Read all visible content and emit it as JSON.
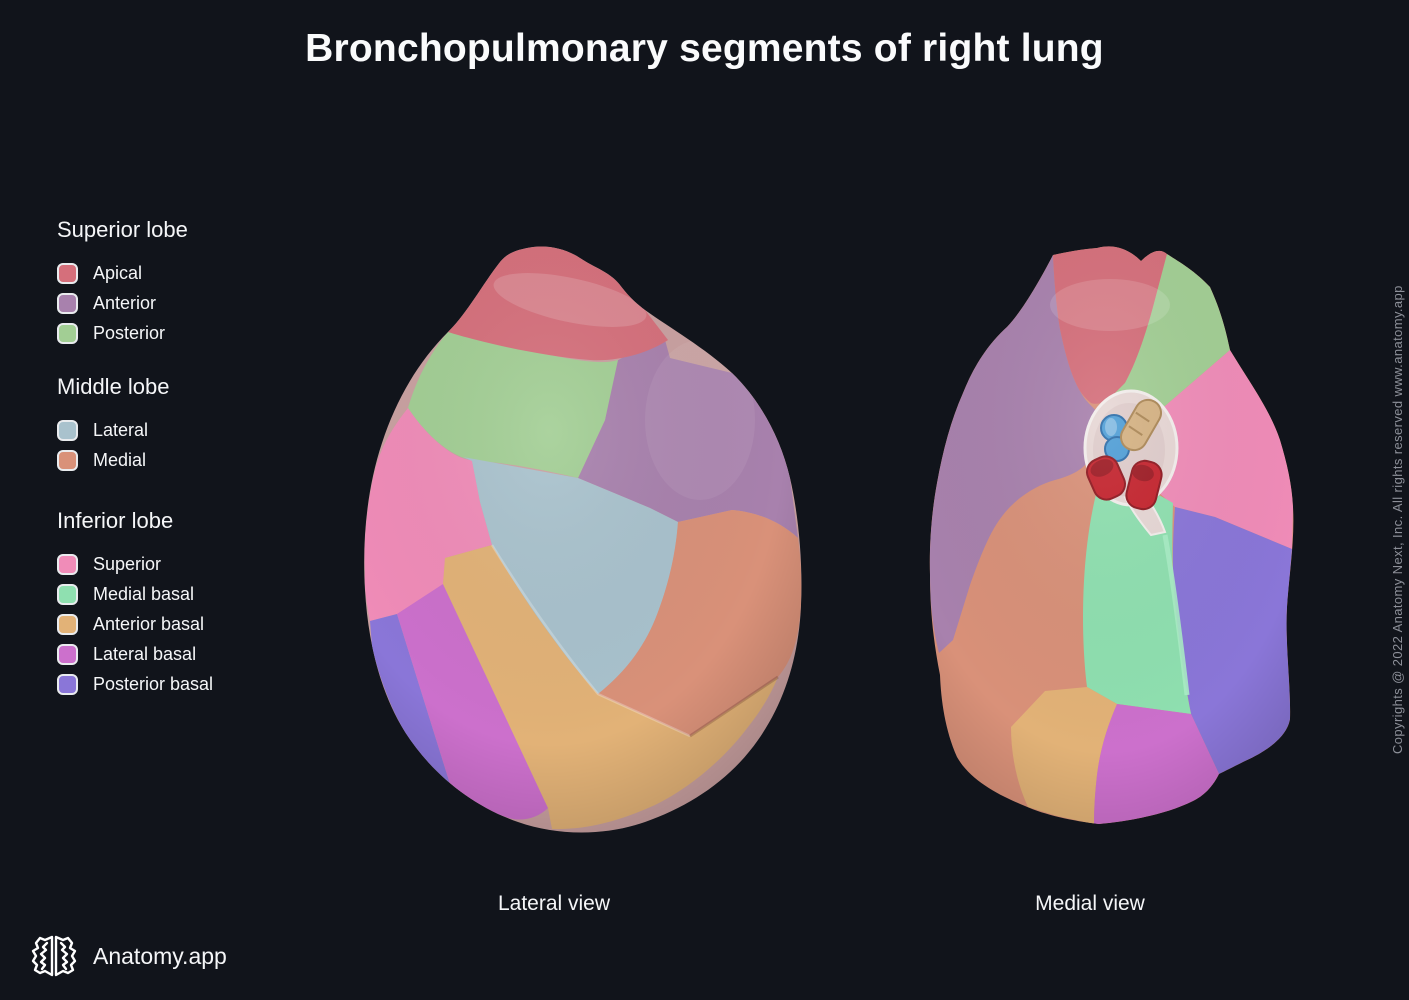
{
  "title": "Bronchopulmonary segments of right lung",
  "legend": {
    "groups": [
      {
        "heading": "Superior lobe",
        "items": [
          {
            "label": "Apical",
            "color": "#d56f7b"
          },
          {
            "label": "Anterior",
            "color": "#a881ad"
          },
          {
            "label": "Posterior",
            "color": "#a2ce94"
          }
        ]
      },
      {
        "heading": "Middle lobe",
        "items": [
          {
            "label": "Lateral",
            "color": "#a9c2cd"
          },
          {
            "label": "Medial",
            "color": "#d99179"
          }
        ]
      },
      {
        "heading": "Inferior lobe",
        "items": [
          {
            "label": "Superior",
            "color": "#f08cb8"
          },
          {
            "label": "Medial basal",
            "color": "#8fe0b0"
          },
          {
            "label": "Anterior basal",
            "color": "#e2b277"
          },
          {
            "label": "Lateral basal",
            "color": "#cc70cc"
          },
          {
            "label": "Posterior basal",
            "color": "#8a76d8"
          }
        ]
      }
    ]
  },
  "views": {
    "lateral": {
      "caption": "Lateral view"
    },
    "medial": {
      "caption": "Medial view"
    }
  },
  "hilum": {
    "outline_color": "#e7d7d5",
    "bronchus_color": "#4f9ed6",
    "artery_color": "#d5b283",
    "vein_color": "#c5242e"
  },
  "footer": {
    "brand": "Anatomy.app"
  },
  "copyright": "Copyrights @ 2022 Anatomy Next, Inc. All rights reserved www.anatomy.app",
  "theme": {
    "background": "#11141b",
    "text": "#ffffff",
    "muted": "#8d9099"
  }
}
